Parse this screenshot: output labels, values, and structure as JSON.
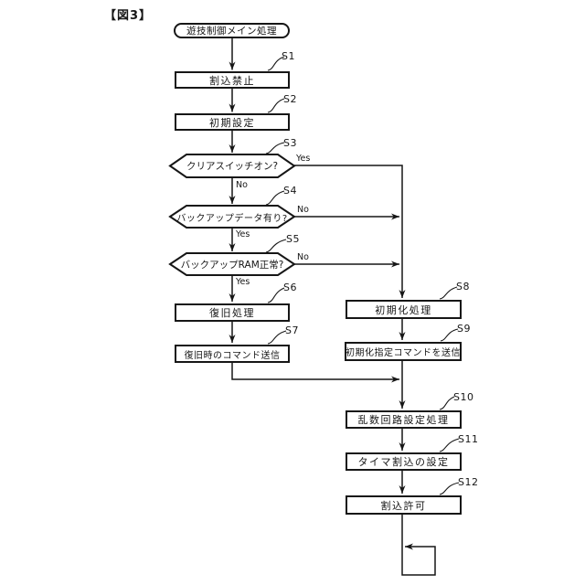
{
  "figure": {
    "caption": "【図3】"
  },
  "flow": {
    "start": "遊技制御メイン処理",
    "yes": "Yes",
    "no": "No",
    "steps": [
      {
        "id": "S1",
        "label": "割込禁止",
        "type": "process"
      },
      {
        "id": "S2",
        "label": "初期設定",
        "type": "process"
      },
      {
        "id": "S3",
        "label": "クリアスイッチオン?",
        "type": "decision"
      },
      {
        "id": "S4",
        "label": "バックアップデータ有り?",
        "type": "decision"
      },
      {
        "id": "S5",
        "label": "バックアップRAM正常?",
        "type": "decision"
      },
      {
        "id": "S6",
        "label": "復旧処理",
        "type": "process"
      },
      {
        "id": "S7",
        "label": "復旧時のコマンド送信",
        "type": "process"
      },
      {
        "id": "S8",
        "label": "初期化処理",
        "type": "process"
      },
      {
        "id": "S9",
        "label": "初期化指定コマンドを送信",
        "type": "process"
      },
      {
        "id": "S10",
        "label": "乱数回路設定処理",
        "type": "process"
      },
      {
        "id": "S11",
        "label": "タイマ割込の設定",
        "type": "process"
      },
      {
        "id": "S12",
        "label": "割込許可",
        "type": "process"
      }
    ]
  },
  "colors": {
    "line": "#161616",
    "background": "#ffffff"
  }
}
